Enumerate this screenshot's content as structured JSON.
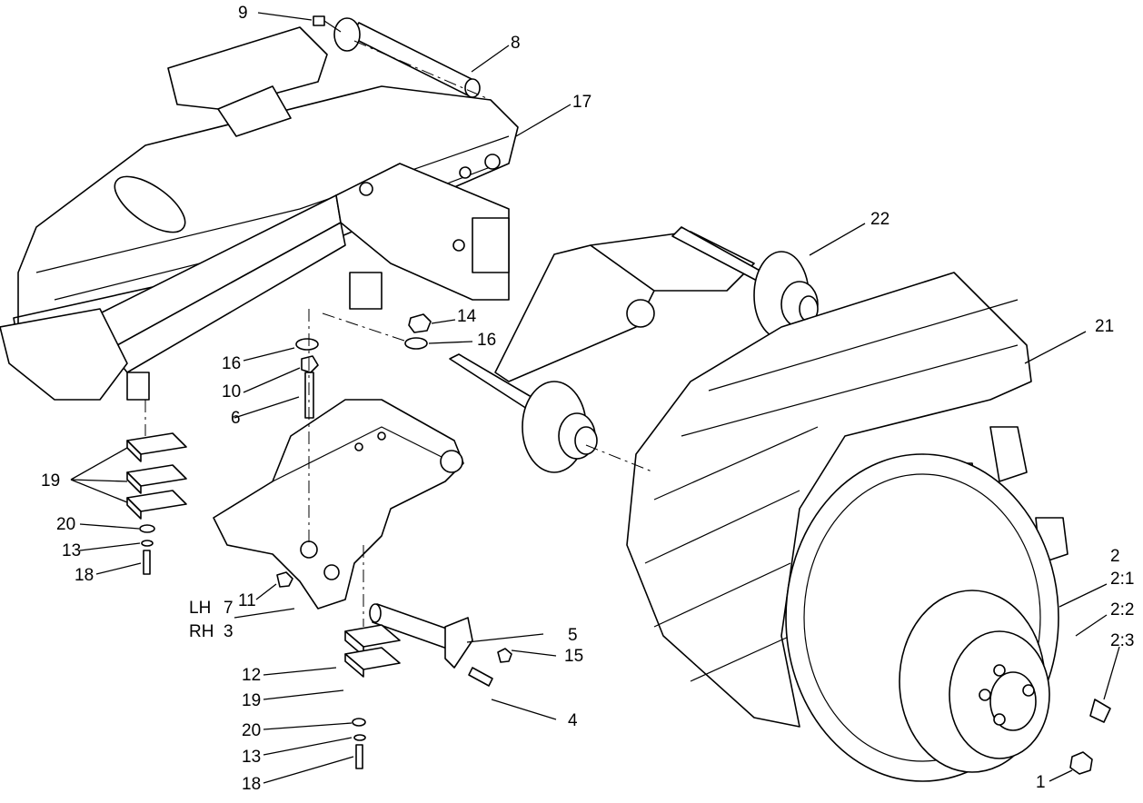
{
  "callouts": {
    "n1": "1",
    "n2": "2",
    "n2_1": "2:1",
    "n2_2": "2:2",
    "n2_3": "2:3",
    "n3": "3",
    "n4": "4",
    "n5": "5",
    "n6": "6",
    "n7": "7",
    "n8": "8",
    "n9": "9",
    "n10": "10",
    "n11": "11",
    "n12": "12",
    "n13a": "13",
    "n13b": "13",
    "n14": "14",
    "n15": "15",
    "n16a": "16",
    "n16b": "16",
    "n17": "17",
    "n18a": "18",
    "n18b": "18",
    "n19a": "19",
    "n19b": "19",
    "n20a": "20",
    "n20b": "20",
    "n21": "21",
    "n22": "22",
    "lh": "LH",
    "rh": "RH"
  },
  "colors": {
    "line": "#000000",
    "background": "#ffffff"
  }
}
